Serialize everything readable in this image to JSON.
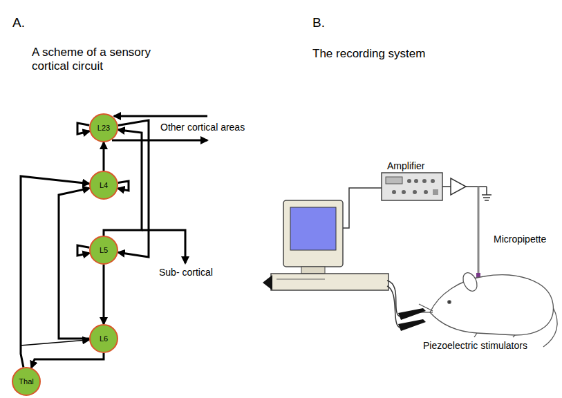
{
  "diagram": {
    "nodes": [
      {
        "text": [
          "L23"
        ]
      },
      {
        "text": [
          "L4"
        ]
      },
      {
        "text": [
          "L5"
        ]
      },
      {
        "text": [
          "L6"
        ]
      },
      {
        "text": [
          "Thal"
        ]
      }
    ],
    "edges": [
      {
        "from": 0,
        "to": 0,
        "arrow": "to"
      },
      {
        "from": 1,
        "to": 0,
        "arrow": "to"
      },
      {
        "from": 1,
        "to": 1,
        "arrow": "to"
      },
      {
        "from": 2,
        "to": 2,
        "arrow": "to"
      },
      {
        "from": 2,
        "to": 0,
        "arrow": "to"
      },
      {
        "from": 0,
        "to": 2,
        "arrow": "to"
      },
      {
        "from": 2,
        "to": 3,
        "arrow": "to"
      },
      {
        "from": 3,
        "to": 1,
        "arrow": "to"
      },
      {
        "from": 3,
        "to": 4,
        "arrow": "to"
      },
      {
        "from": 4,
        "to": 1,
        "arrow": "to"
      },
      {
        "from": 4,
        "to": 3,
        "arrow": "to"
      }
    ],
    "labels": [
      "A.",
      "A scheme of a sensory cortical circuit",
      "B.",
      "The recording system",
      "Other cortical areas",
      "Sub- cortical",
      "Amplifier",
      "Micropipette",
      "Piezoelectric stimulators"
    ]
  }
}
